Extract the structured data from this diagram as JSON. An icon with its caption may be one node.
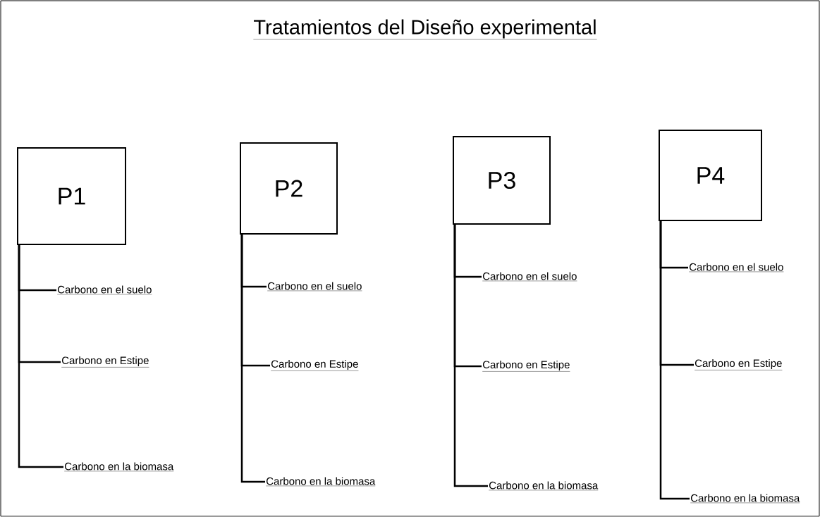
{
  "diagram": {
    "title": "Tratamientos del Diseño experimental",
    "nodes": [
      {
        "text": [
          "P1"
        ]
      },
      {
        "text": [
          "Carbono en el suelo"
        ]
      },
      {
        "text": [
          "Carbono en Estipe"
        ]
      },
      {
        "text": [
          "Carbono en la biomasa"
        ]
      },
      {
        "text": [
          "P2"
        ]
      },
      {
        "text": [
          "Carbono en el suelo"
        ]
      },
      {
        "text": [
          "Carbono en Estipe"
        ]
      },
      {
        "text": [
          "Carbono en la biomasa"
        ]
      },
      {
        "text": [
          "P3"
        ]
      },
      {
        "text": [
          "Carbono en el suelo"
        ]
      },
      {
        "text": [
          "Carbono en Estipe"
        ]
      },
      {
        "text": [
          "Carbono en la biomasa"
        ]
      },
      {
        "text": [
          "P4"
        ]
      },
      {
        "text": [
          "Carbono en el suelo"
        ]
      },
      {
        "text": [
          "Carbono en Estipe"
        ]
      },
      {
        "text": [
          "Carbono en la biomasa"
        ]
      }
    ],
    "edges": [
      {
        "from": 0,
        "to": 1,
        "arrow": "none"
      },
      {
        "from": 0,
        "to": 2,
        "arrow": "none"
      },
      {
        "from": 0,
        "to": 3,
        "arrow": "none"
      },
      {
        "from": 4,
        "to": 5,
        "arrow": "none"
      },
      {
        "from": 4,
        "to": 6,
        "arrow": "none"
      },
      {
        "from": 4,
        "to": 7,
        "arrow": "none"
      },
      {
        "from": 8,
        "to": 9,
        "arrow": "none"
      },
      {
        "from": 8,
        "to": 10,
        "arrow": "none"
      },
      {
        "from": 8,
        "to": 11,
        "arrow": "none"
      },
      {
        "from": 12,
        "to": 13,
        "arrow": "none"
      },
      {
        "from": 12,
        "to": 14,
        "arrow": "none"
      },
      {
        "from": 12,
        "to": 15,
        "arrow": "none"
      }
    ]
  }
}
